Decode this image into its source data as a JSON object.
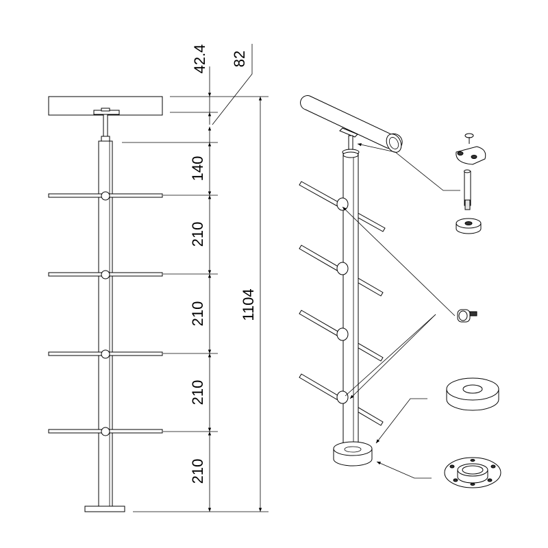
{
  "dimensions": {
    "d_42_4": "42.4",
    "d_82": "82",
    "d_140": "140",
    "d_210_a": "210",
    "d_210_b": "210",
    "d_210_c": "210",
    "d_210_d": "210",
    "d_1104": "1104"
  }
}
